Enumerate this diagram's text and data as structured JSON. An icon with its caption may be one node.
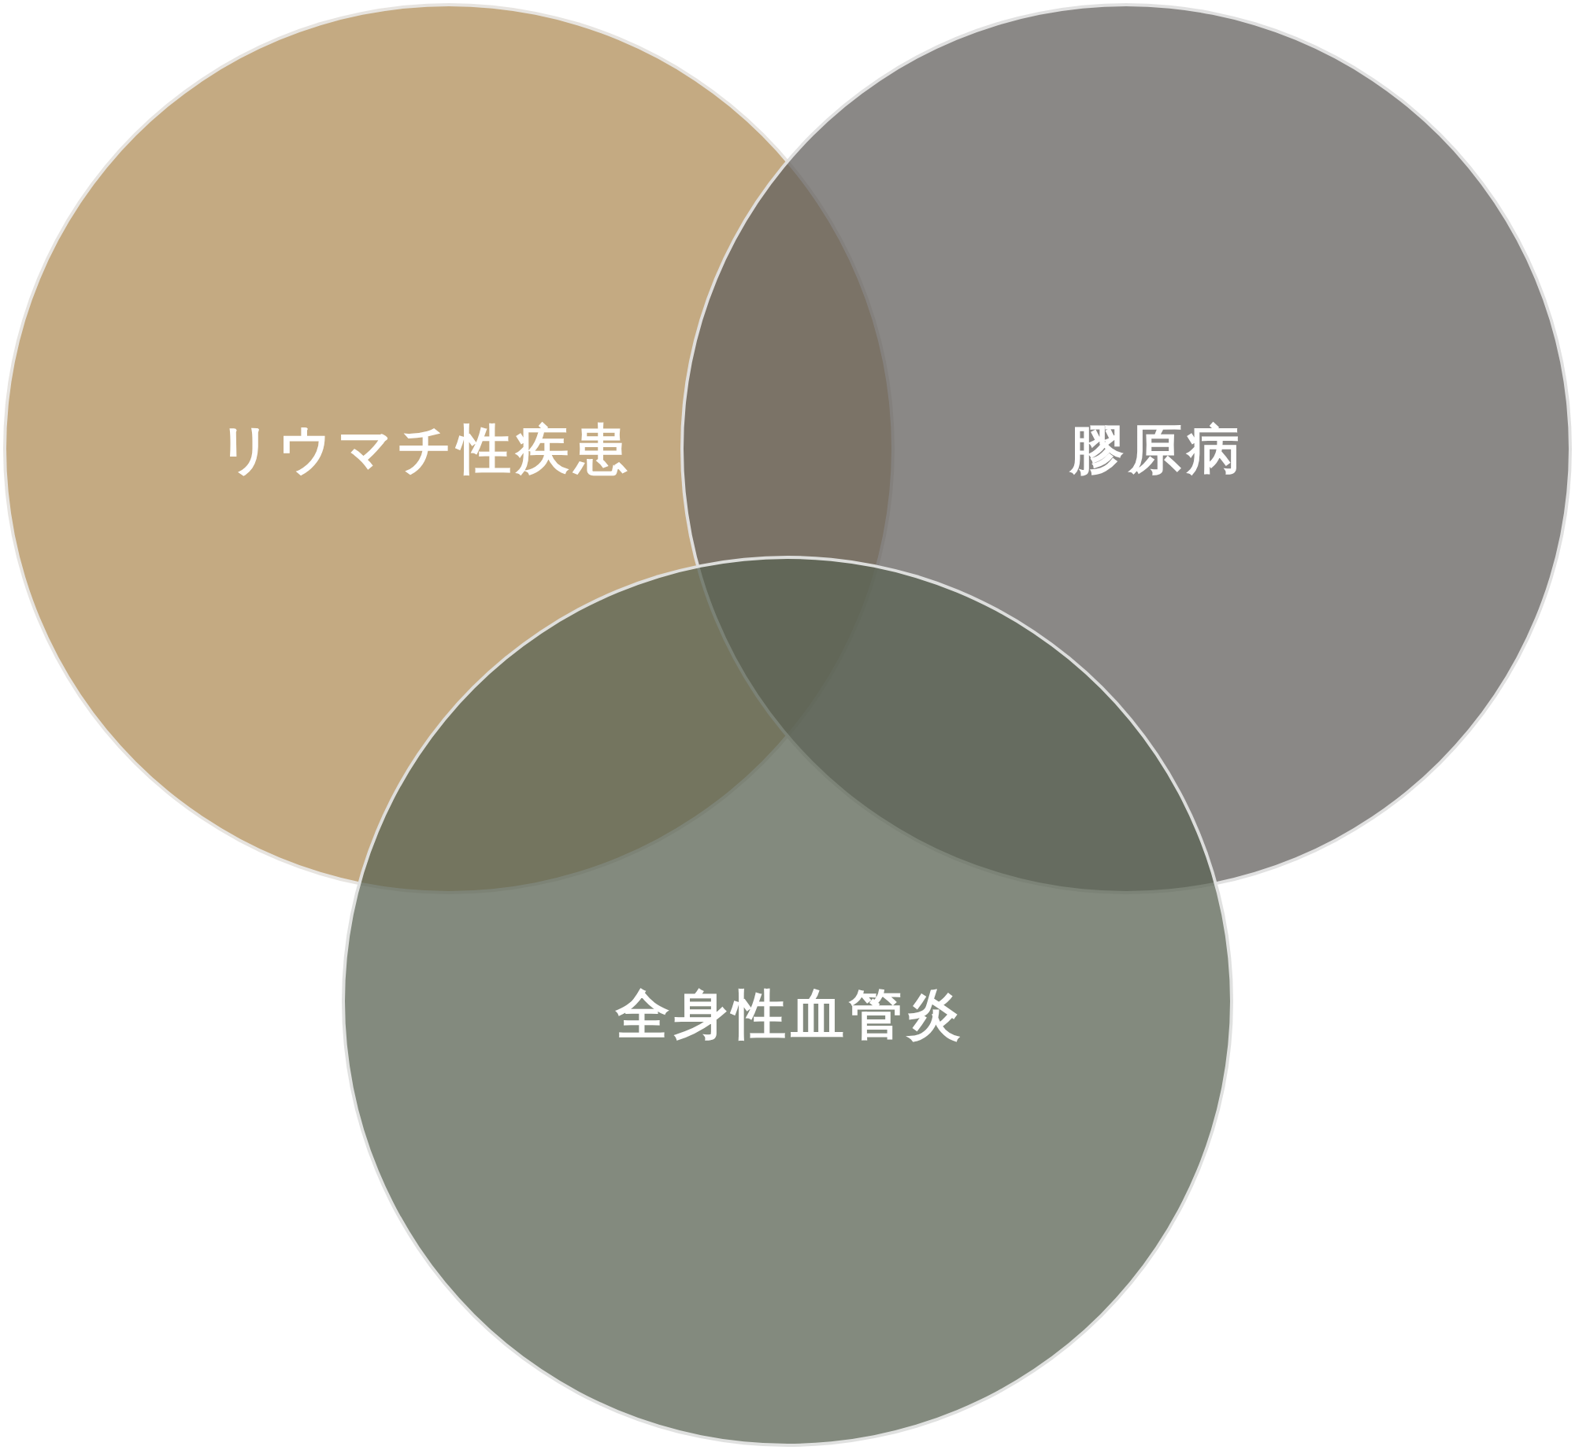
{
  "diagram": {
    "nodes": [
      {
        "text": [
          "リウマチ性疾患"
        ]
      },
      {
        "text": [
          "膠原病"
        ]
      },
      {
        "text": [
          "全身性血管炎"
        ]
      }
    ]
  }
}
